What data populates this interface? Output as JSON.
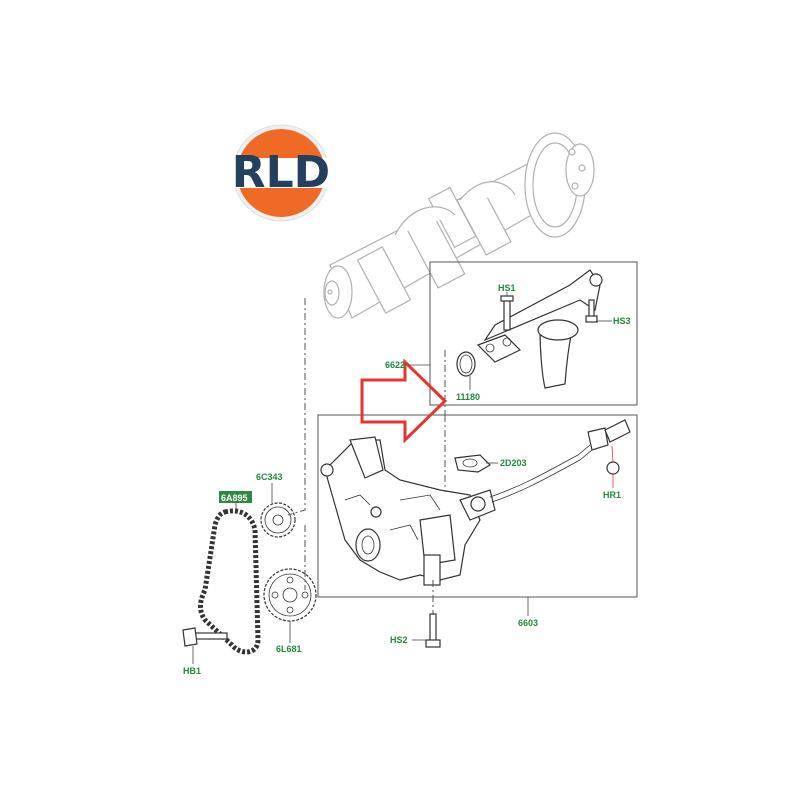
{
  "logo": {
    "text": "RLD",
    "colors": {
      "orange": "#ef6a25",
      "navy": "#24405f",
      "ring": "#f0f0f0"
    }
  },
  "callouts": {
    "hs1": "HS1",
    "hs3": "HS3",
    "p6622": "6622",
    "p11180": "11180",
    "p2d203": "2D203",
    "hr1": "HR1",
    "p6c343": "6C343",
    "p6a895": "6A895",
    "p6603": "6603",
    "hs2": "HS2",
    "p6l681": "6L681",
    "hb1": "HB1"
  },
  "colors": {
    "label_green": "#1f8a3a",
    "label_box": "#2e8b3e",
    "arrow_red": "#e53530",
    "line": "#333333",
    "ghost": "#b0b0b0"
  }
}
